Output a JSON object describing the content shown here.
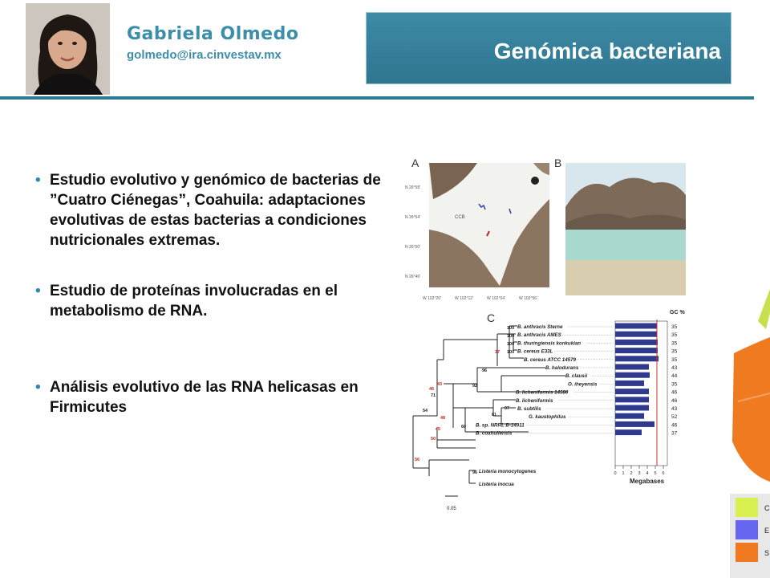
{
  "header": {
    "author_name": "Gabriela Olmedo",
    "author_email": "golmedo@ira.cinvestav.mx",
    "title": "Genómica bacteriana"
  },
  "bullets": [
    "Estudio evolutivo y genómico de bacterias de ”Cuatro Ciénegas”, Coahuila: adaptaciones evolutivas de estas bacterias a condiciones nutricionales extremas.",
    "Estudio de proteínas involucradas en el metabolismo de RNA.",
    "Análisis evolutivo de las RNA helicasas en Firmicutes"
  ],
  "figure": {
    "panel_a_label": "A",
    "panel_b_label": "B",
    "panel_c_label": "C",
    "map_lat_labels": [
      "N 26°58'",
      "N 26°54'",
      "N 26°50'",
      "N 26°46'"
    ],
    "map_lon_labels": [
      "W 102°20'",
      "W 102°12'",
      "W 102°04'",
      "W 102°56'"
    ],
    "map_site_label": "CCB",
    "tree_taxa": [
      "B. anthracis Sterne",
      "B. anthracis AMES",
      "B. thuringiensis konkukian",
      "B. cereus E33L",
      "B. cereus ATCC 14579",
      "B. halodurans",
      "B. clausii",
      "O. iheyensis",
      "B. licheniformis 14580",
      "B. licheniformis",
      "B. subtilis",
      "G. kaustophilus",
      "B. sp. NRRL B-14911",
      "B. coahuilensis",
      "Listeria monocytogenes",
      "Listeria inocua"
    ],
    "gc_header": "GC %",
    "gc_values": [
      "35",
      "35",
      "35",
      "35",
      "35",
      "43",
      "44",
      "35",
      "46",
      "46",
      "43",
      "52",
      "46",
      "37"
    ],
    "bootstrap_black": [
      "100",
      "100",
      "100",
      "100",
      "96",
      "92",
      "71",
      "97",
      "81",
      "60",
      "54",
      "96"
    ],
    "bootstrap_red": [
      "37",
      "43",
      "46",
      "48",
      "45",
      "50",
      "56"
    ],
    "genome_sizes_mb": [
      5.2,
      5.2,
      5.3,
      5.3,
      5.4,
      4.2,
      4.3,
      3.6,
      4.2,
      4.2,
      4.2,
      3.6,
      4.9,
      3.3
    ],
    "mb_ticks": [
      "0",
      "1",
      "2",
      "3",
      "4",
      "5",
      "6"
    ],
    "mb_axis_label": "Megabases",
    "scale_label": "0.05"
  },
  "side_legend": {
    "items": [
      {
        "color": "#d8f050",
        "label": "C"
      },
      {
        "color": "#6666f0",
        "label": "E"
      },
      {
        "color": "#f07a20",
        "label": "S"
      }
    ]
  }
}
